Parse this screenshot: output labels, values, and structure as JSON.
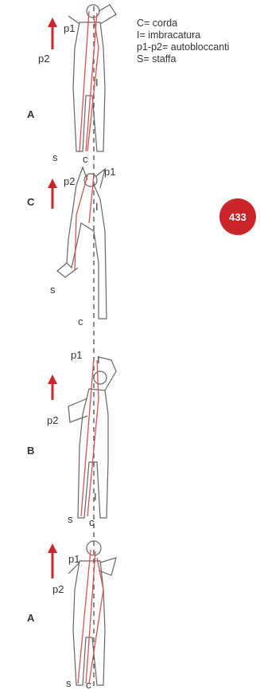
{
  "legend": [
    "C= corda",
    "I= imbracatura",
    "p1-p2= autobloccanti",
    "S= staffa"
  ],
  "page_number": "433",
  "colors": {
    "arrow": "#c9262c",
    "rope": "#d9534f",
    "figure": "#555555",
    "badge": "#c9262c"
  },
  "panels": [
    {
      "stage": "A",
      "labels": {
        "p1": "p1",
        "p2": "p2",
        "i": "I",
        "c": "c",
        "s": "s"
      }
    },
    {
      "stage": "C",
      "labels": {
        "p1": "p1",
        "p2": "p2",
        "i": "I",
        "c": "c",
        "s": "s"
      }
    },
    {
      "stage": "B",
      "labels": {
        "p1": "p1",
        "p2": "p2",
        "i": "I",
        "c": "c",
        "s": "s"
      }
    },
    {
      "stage": "A",
      "labels": {
        "p1": "p1",
        "p2": "p2",
        "i": "I",
        "c": "c",
        "s": "s"
      }
    }
  ]
}
